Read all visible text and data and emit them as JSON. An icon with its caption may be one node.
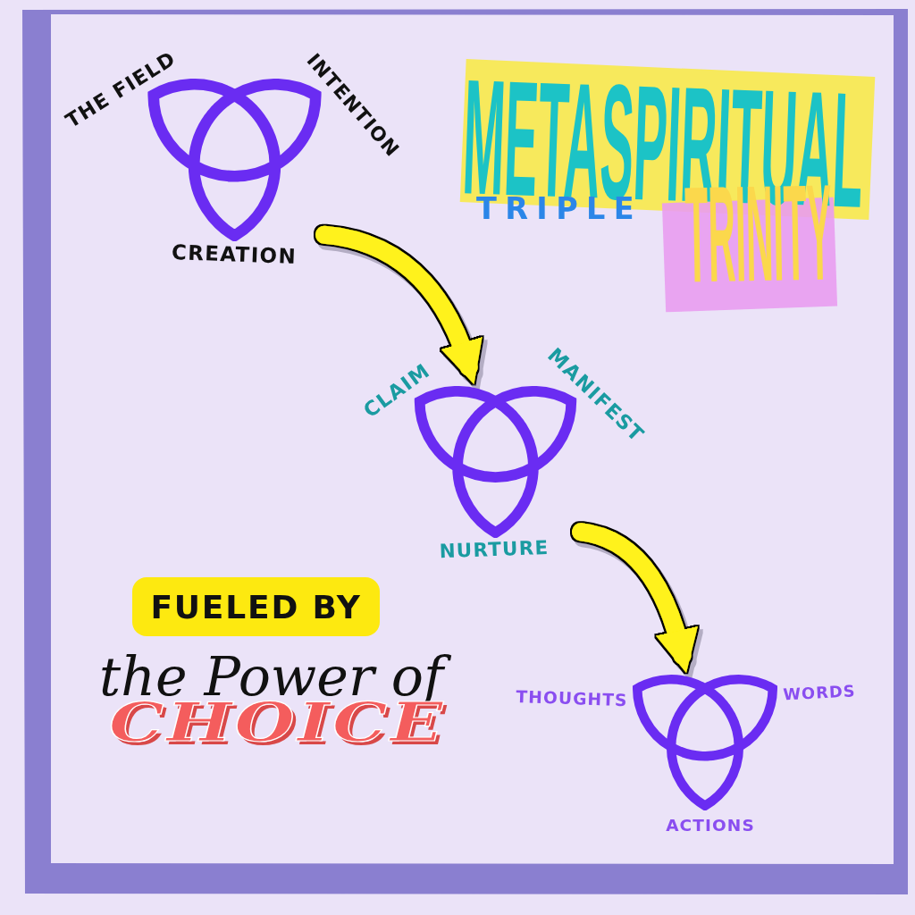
{
  "diagram": {
    "title": "METASPIRITUAL TRIPLE TRINITY",
    "nodes": [
      {
        "text": [],
        "shape": "picture",
        "beside": [
          "THE FIELD",
          "INTENTION",
          "CREATION"
        ]
      },
      {
        "text": [],
        "shape": "picture",
        "beside": [
          "CLAIM",
          "MANIFEST",
          "NURTURE"
        ]
      },
      {
        "text": [],
        "shape": "picture",
        "beside": [
          "THOUGHTS",
          "WORDS",
          "ACTIONS"
        ]
      }
    ],
    "edges": [
      {
        "from": 0,
        "to": 1,
        "arrow": "to"
      },
      {
        "from": 1,
        "to": 2,
        "arrow": "to"
      }
    ],
    "labels": [
      "FUELED BY",
      "the Power of",
      "CHOICE"
    ]
  }
}
